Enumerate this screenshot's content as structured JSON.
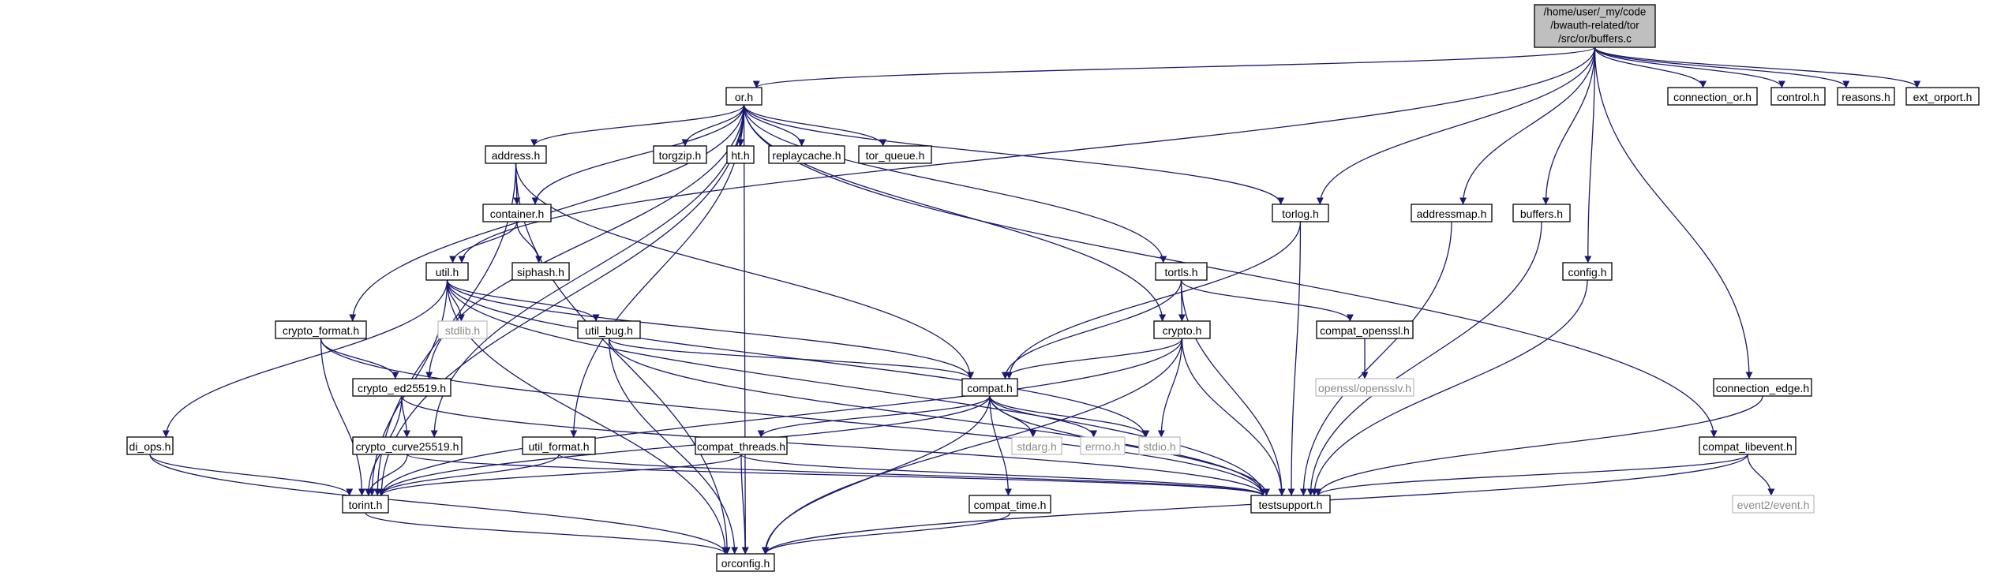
{
  "graph": {
    "colors": {
      "edge": "#191970",
      "local_border": "#000000",
      "system_border": "#bfbfbf",
      "root_fill": "#bfbfbf",
      "system_text": "#8a8a8a"
    },
    "root": {
      "id": "root",
      "lines": [
        "/home/user/_my/code",
        "/bwauth-related/tor",
        "/src/or/buffers.c"
      ]
    },
    "nodes": [
      {
        "id": "or_h",
        "label": "or.h",
        "kind": "local"
      },
      {
        "id": "connection_or_h",
        "label": "connection_or.h",
        "kind": "local"
      },
      {
        "id": "control_h",
        "label": "control.h",
        "kind": "local"
      },
      {
        "id": "reasons_h",
        "label": "reasons.h",
        "kind": "local"
      },
      {
        "id": "ext_orport_h",
        "label": "ext_orport.h",
        "kind": "local"
      },
      {
        "id": "address_h",
        "label": "address.h",
        "kind": "local"
      },
      {
        "id": "torgzip_h",
        "label": "torgzip.h",
        "kind": "local"
      },
      {
        "id": "ht_h",
        "label": "ht.h",
        "kind": "local"
      },
      {
        "id": "replaycache_h",
        "label": "replaycache.h",
        "kind": "local"
      },
      {
        "id": "tor_queue_h",
        "label": "tor_queue.h",
        "kind": "local"
      },
      {
        "id": "container_h",
        "label": "container.h",
        "kind": "local"
      },
      {
        "id": "torlog_h",
        "label": "torlog.h",
        "kind": "local"
      },
      {
        "id": "addressmap_h",
        "label": "addressmap.h",
        "kind": "local"
      },
      {
        "id": "buffers_h",
        "label": "buffers.h",
        "kind": "local"
      },
      {
        "id": "siphash_h",
        "label": "siphash.h",
        "kind": "local"
      },
      {
        "id": "util_h",
        "label": "util.h",
        "kind": "local"
      },
      {
        "id": "tortls_h",
        "label": "tortls.h",
        "kind": "local"
      },
      {
        "id": "config_h",
        "label": "config.h",
        "kind": "local"
      },
      {
        "id": "stdlib_h",
        "label": "stdlib.h",
        "kind": "system"
      },
      {
        "id": "crypto_format_h",
        "label": "crypto_format.h",
        "kind": "local"
      },
      {
        "id": "util_bug_h",
        "label": "util_bug.h",
        "kind": "local"
      },
      {
        "id": "crypto_h",
        "label": "crypto.h",
        "kind": "local"
      },
      {
        "id": "compat_openssl_h",
        "label": "compat_openssl.h",
        "kind": "local"
      },
      {
        "id": "opensslv_h",
        "label": "openssl/opensslv.h",
        "kind": "system"
      },
      {
        "id": "crypto_ed25519_h",
        "label": "crypto_ed25519.h",
        "kind": "local"
      },
      {
        "id": "compat_h",
        "label": "compat.h",
        "kind": "local"
      },
      {
        "id": "connection_edge_h",
        "label": "connection_edge.h",
        "kind": "local"
      },
      {
        "id": "di_ops_h",
        "label": "di_ops.h",
        "kind": "local"
      },
      {
        "id": "crypto_curve25519_h",
        "label": "crypto_curve25519.h",
        "kind": "local"
      },
      {
        "id": "util_format_h",
        "label": "util_format.h",
        "kind": "local"
      },
      {
        "id": "compat_threads_h",
        "label": "compat_threads.h",
        "kind": "local"
      },
      {
        "id": "stdarg_h",
        "label": "stdarg.h",
        "kind": "system"
      },
      {
        "id": "errno_h",
        "label": "errno.h",
        "kind": "system"
      },
      {
        "id": "stdio_h",
        "label": "stdio.h",
        "kind": "system"
      },
      {
        "id": "compat_libevent_h",
        "label": "compat_libevent.h",
        "kind": "local"
      },
      {
        "id": "torint_h",
        "label": "torint.h",
        "kind": "local"
      },
      {
        "id": "testsupport_h",
        "label": "testsupport.h",
        "kind": "local"
      },
      {
        "id": "event2_event_h",
        "label": "event2/event.h",
        "kind": "system"
      },
      {
        "id": "compat_time_h",
        "label": "compat_time.h",
        "kind": "local"
      },
      {
        "id": "orconfig_h",
        "label": "orconfig.h",
        "kind": "local"
      }
    ],
    "edges": [
      [
        "root",
        "or_h"
      ],
      [
        "root",
        "connection_or_h"
      ],
      [
        "root",
        "control_h"
      ],
      [
        "root",
        "reasons_h"
      ],
      [
        "root",
        "ext_orport_h"
      ],
      [
        "root",
        "util_h"
      ],
      [
        "root",
        "torlog_h"
      ],
      [
        "root",
        "addressmap_h"
      ],
      [
        "root",
        "buffers_h"
      ],
      [
        "root",
        "config_h"
      ],
      [
        "root",
        "connection_edge_h"
      ],
      [
        "or_h",
        "address_h"
      ],
      [
        "or_h",
        "torgzip_h"
      ],
      [
        "or_h",
        "ht_h"
      ],
      [
        "or_h",
        "replaycache_h"
      ],
      [
        "or_h",
        "tor_queue_h"
      ],
      [
        "or_h",
        "container_h"
      ],
      [
        "or_h",
        "torlog_h"
      ],
      [
        "or_h",
        "tortls_h"
      ],
      [
        "or_h",
        "crypto_h"
      ],
      [
        "or_h",
        "crypto_format_h"
      ],
      [
        "or_h",
        "crypto_ed25519_h"
      ],
      [
        "or_h",
        "crypto_curve25519_h"
      ],
      [
        "or_h",
        "util_format_h"
      ],
      [
        "or_h",
        "compat_libevent_h"
      ],
      [
        "or_h",
        "torint_h"
      ],
      [
        "or_h",
        "orconfig_h"
      ],
      [
        "address_h",
        "container_h"
      ],
      [
        "address_h",
        "compat_h"
      ],
      [
        "address_h",
        "torint_h"
      ],
      [
        "address_h",
        "orconfig_h"
      ],
      [
        "container_h",
        "util_h"
      ],
      [
        "container_h",
        "siphash_h"
      ],
      [
        "util_h",
        "stdlib_h"
      ],
      [
        "util_h",
        "util_bug_h"
      ],
      [
        "util_h",
        "compat_h"
      ],
      [
        "util_h",
        "di_ops_h"
      ],
      [
        "util_h",
        "torint_h"
      ],
      [
        "util_h",
        "stdio_h"
      ],
      [
        "util_h",
        "testsupport_h"
      ],
      [
        "util_h",
        "orconfig_h"
      ],
      [
        "torlog_h",
        "compat_h"
      ],
      [
        "torlog_h",
        "testsupport_h"
      ],
      [
        "tortls_h",
        "crypto_h"
      ],
      [
        "tortls_h",
        "compat_openssl_h"
      ],
      [
        "tortls_h",
        "compat_h"
      ],
      [
        "tortls_h",
        "testsupport_h"
      ],
      [
        "compat_openssl_h",
        "opensslv_h"
      ],
      [
        "crypto_h",
        "compat_h"
      ],
      [
        "crypto_h",
        "stdio_h"
      ],
      [
        "crypto_h",
        "testsupport_h"
      ],
      [
        "crypto_h",
        "torint_h"
      ],
      [
        "crypto_h",
        "orconfig_h"
      ],
      [
        "util_bug_h",
        "compat_h"
      ],
      [
        "util_bug_h",
        "testsupport_h"
      ],
      [
        "util_bug_h",
        "orconfig_h"
      ],
      [
        "crypto_format_h",
        "crypto_ed25519_h"
      ],
      [
        "crypto_format_h",
        "testsupport_h"
      ],
      [
        "crypto_format_h",
        "torint_h"
      ],
      [
        "crypto_ed25519_h",
        "crypto_curve25519_h"
      ],
      [
        "crypto_ed25519_h",
        "testsupport_h"
      ],
      [
        "crypto_ed25519_h",
        "torint_h"
      ],
      [
        "crypto_curve25519_h",
        "testsupport_h"
      ],
      [
        "crypto_curve25519_h",
        "torint_h"
      ],
      [
        "di_ops_h",
        "torint_h"
      ],
      [
        "di_ops_h",
        "orconfig_h"
      ],
      [
        "util_format_h",
        "testsupport_h"
      ],
      [
        "util_format_h",
        "torint_h"
      ],
      [
        "compat_h",
        "compat_threads_h"
      ],
      [
        "compat_h",
        "stdarg_h"
      ],
      [
        "compat_h",
        "errno_h"
      ],
      [
        "compat_h",
        "stdio_h"
      ],
      [
        "compat_h",
        "compat_time_h"
      ],
      [
        "compat_h",
        "torint_h"
      ],
      [
        "compat_h",
        "testsupport_h"
      ],
      [
        "compat_h",
        "orconfig_h"
      ],
      [
        "compat_threads_h",
        "torint_h"
      ],
      [
        "compat_threads_h",
        "testsupport_h"
      ],
      [
        "compat_threads_h",
        "orconfig_h"
      ],
      [
        "compat_time_h",
        "orconfig_h"
      ],
      [
        "torint_h",
        "orconfig_h"
      ],
      [
        "addressmap_h",
        "testsupport_h"
      ],
      [
        "buffers_h",
        "testsupport_h"
      ],
      [
        "config_h",
        "testsupport_h"
      ],
      [
        "connection_edge_h",
        "testsupport_h"
      ],
      [
        "compat_libevent_h",
        "testsupport_h"
      ],
      [
        "compat_libevent_h",
        "event2_event_h"
      ],
      [
        "compat_libevent_h",
        "orconfig_h"
      ]
    ]
  }
}
